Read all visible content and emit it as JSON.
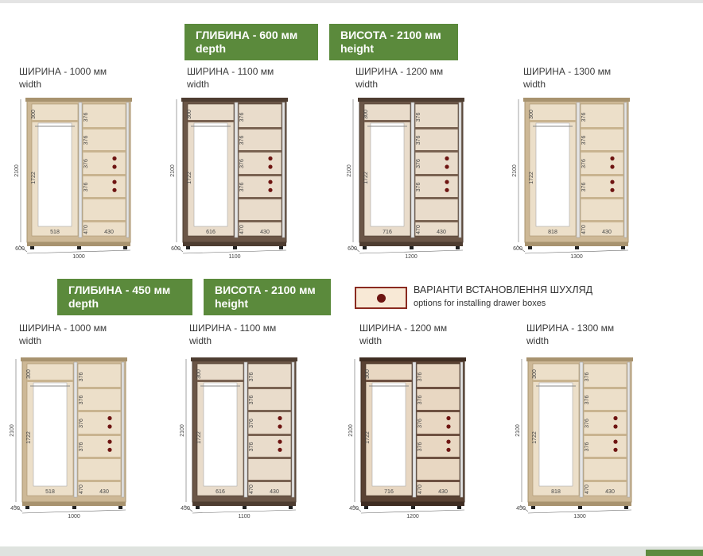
{
  "badges": {
    "depth600": {
      "line1": "ГЛИБИНА - 600 мм",
      "line2": "depth"
    },
    "height2100a": {
      "line1": "ВИСОТА - 2100 мм",
      "line2": "height"
    },
    "depth450": {
      "line1": "ГЛИБИНА - 450 мм",
      "line2": "depth"
    },
    "height2100b": {
      "line1": "ВИСОТА - 2100 мм",
      "line2": "height"
    }
  },
  "legend": {
    "line1": "ВАРІАНТИ ВСТАНОВЛЕННЯ ШУХЛЯД",
    "line2": "options for installing drawer boxes"
  },
  "colors": {
    "badge_green": "#5b8a3c",
    "drawer_dot": "#6e1512",
    "oak_light": "#d9c9ae",
    "oak_dark": "#6b5647",
    "wenge": "#5a4233"
  },
  "wardrobes": [
    {
      "width_label": "ШИРИНА - 1000 мм",
      "sub": "width",
      "h": "2100",
      "d": "600",
      "w": "1000",
      "top": "300",
      "rod": "1722",
      "left_bottom": "518",
      "shelf": "376",
      "low": "470",
      "right_bottom": "430",
      "finish": "light"
    },
    {
      "width_label": "ШИРИНА - 1100 мм",
      "sub": "width",
      "h": "2100",
      "d": "600",
      "w": "1100",
      "top": "300",
      "rod": "1722",
      "left_bottom": "616",
      "shelf": "376",
      "low": "470",
      "right_bottom": "430",
      "finish": "dark"
    },
    {
      "width_label": "ШИРИНА - 1200 мм",
      "sub": "width",
      "h": "2100",
      "d": "600",
      "w": "1200",
      "top": "300",
      "rod": "1722",
      "left_bottom": "716",
      "shelf": "376",
      "low": "470",
      "right_bottom": "430",
      "finish": "dark"
    },
    {
      "width_label": "ШИРИНА - 1300 мм",
      "sub": "width",
      "h": "2100",
      "d": "600",
      "w": "1300",
      "top": "300",
      "rod": "1722",
      "left_bottom": "818",
      "shelf": "376",
      "low": "470",
      "right_bottom": "430",
      "finish": "light"
    },
    {
      "width_label": "ШИРИНА - 1000 мм",
      "sub": "width",
      "h": "2100",
      "d": "450",
      "w": "1000",
      "top": "300",
      "rod": "1722",
      "left_bottom": "518",
      "shelf": "376",
      "low": "470",
      "right_bottom": "430",
      "finish": "light"
    },
    {
      "width_label": "ШИРИНА - 1100 мм",
      "sub": "width",
      "h": "2100",
      "d": "450",
      "w": "1100",
      "top": "300",
      "rod": "1722",
      "left_bottom": "616",
      "shelf": "376",
      "low": "470",
      "right_bottom": "430",
      "finish": "dark"
    },
    {
      "width_label": "ШИРИНА - 1200 мм",
      "sub": "width",
      "h": "2100",
      "d": "450",
      "w": "1200",
      "top": "300",
      "rod": "1722",
      "left_bottom": "716",
      "shelf": "376",
      "low": "470",
      "right_bottom": "430",
      "finish": "wenge"
    },
    {
      "width_label": "ШИРИНА - 1300 мм",
      "sub": "width",
      "h": "2100",
      "d": "450",
      "w": "1300",
      "top": "300",
      "rod": "1722",
      "left_bottom": "818",
      "shelf": "376",
      "low": "470",
      "right_bottom": "430",
      "finish": "light"
    }
  ]
}
